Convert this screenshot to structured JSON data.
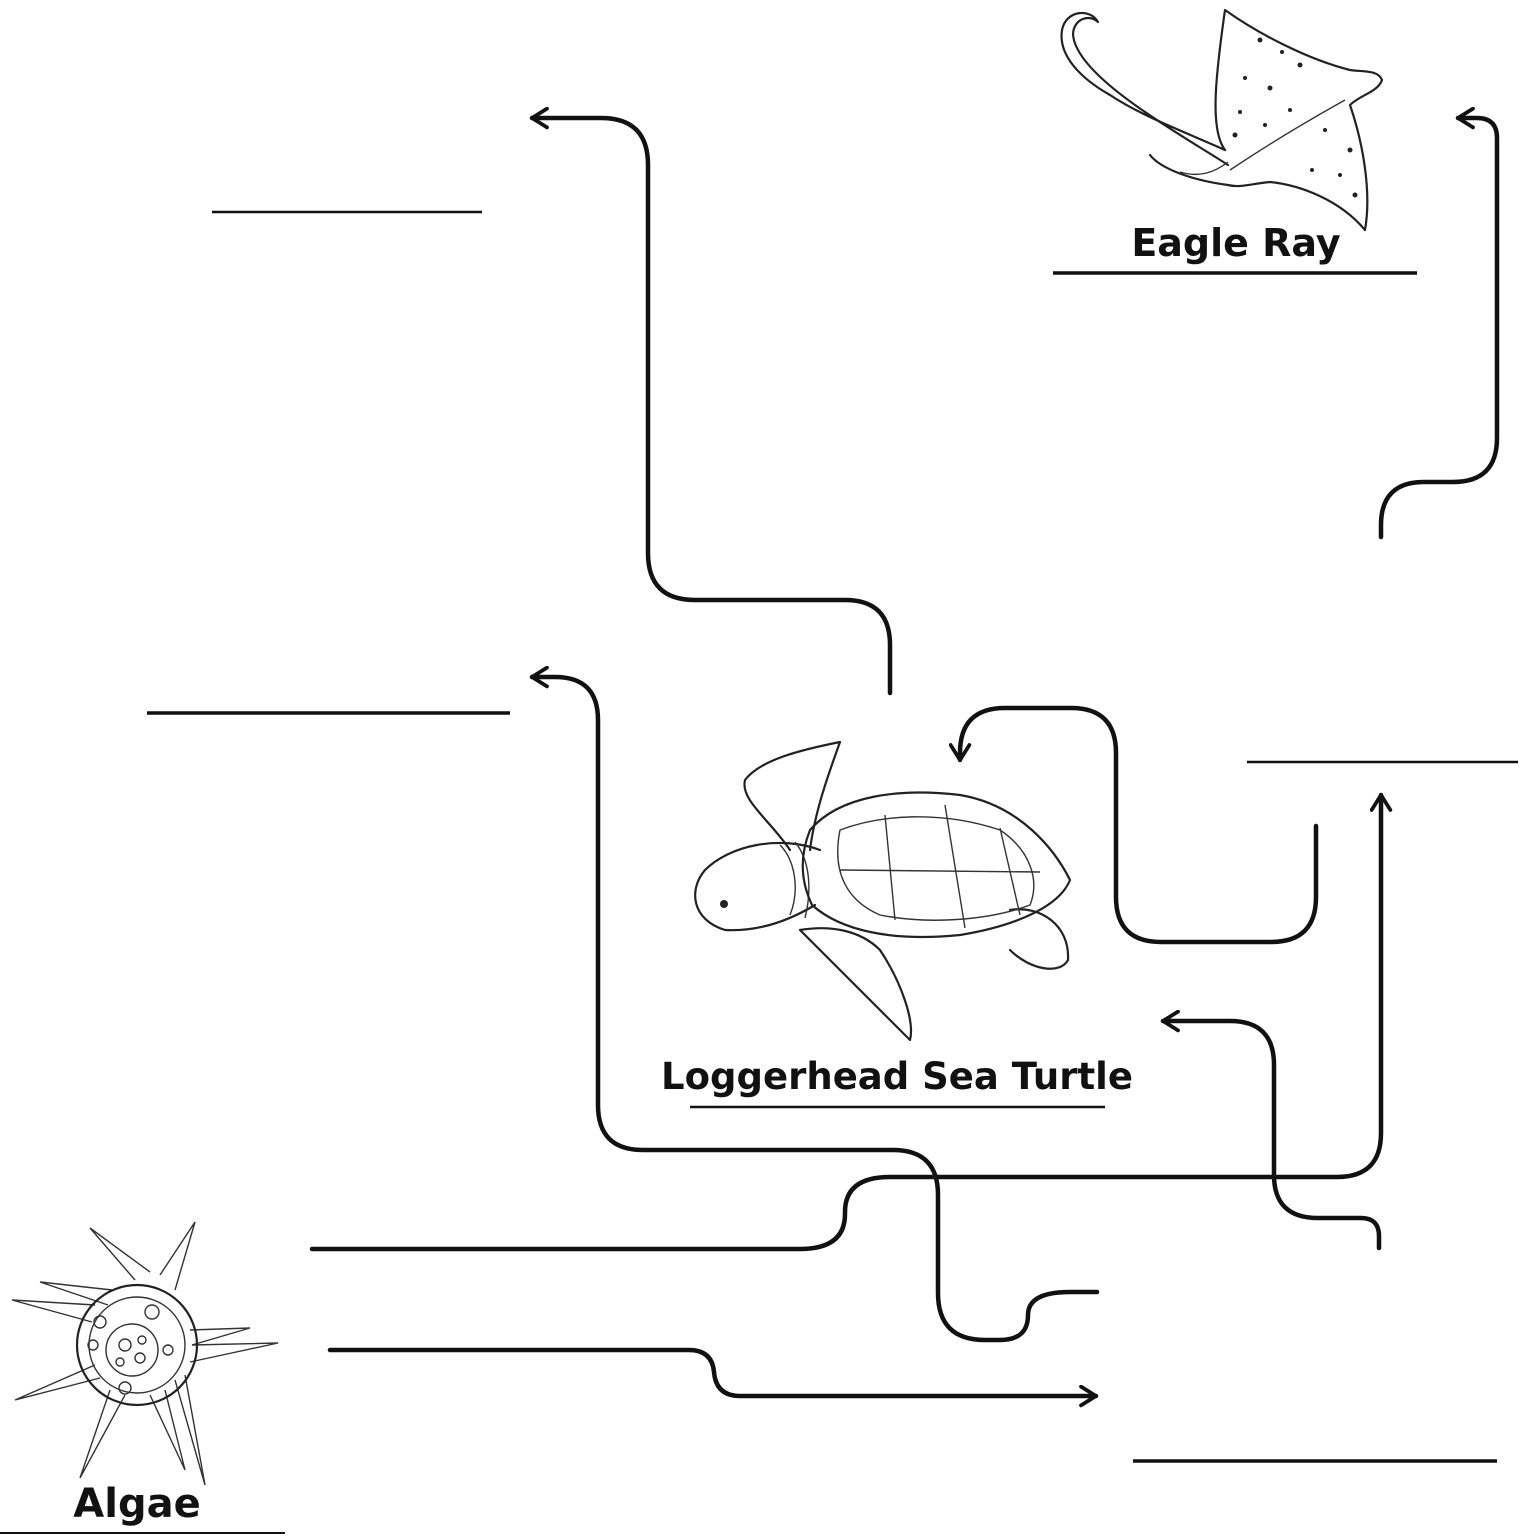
{
  "organisms": {
    "eagle_ray": "Eagle Ray",
    "loggerhead_turtle": "Loggerhead Sea Turtle",
    "algae": "Algae"
  },
  "colors": {
    "ink": "#111111",
    "background": "#ffffff"
  }
}
